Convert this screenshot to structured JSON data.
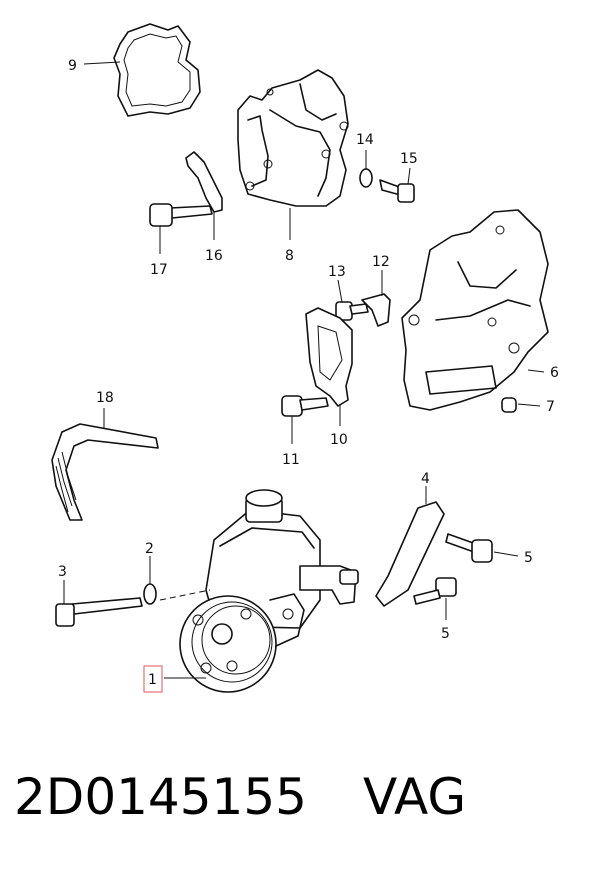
{
  "diagram": {
    "callouts": [
      {
        "id": "1",
        "label": "1",
        "highlighted": true
      },
      {
        "id": "2",
        "label": "2"
      },
      {
        "id": "3",
        "label": "3"
      },
      {
        "id": "4",
        "label": "4"
      },
      {
        "id": "5a",
        "label": "5"
      },
      {
        "id": "5b",
        "label": "5"
      },
      {
        "id": "6",
        "label": "6"
      },
      {
        "id": "7",
        "label": "7"
      },
      {
        "id": "8",
        "label": "8"
      },
      {
        "id": "9",
        "label": "9"
      },
      {
        "id": "10",
        "label": "10"
      },
      {
        "id": "11",
        "label": "11"
      },
      {
        "id": "12",
        "label": "12"
      },
      {
        "id": "13",
        "label": "13"
      },
      {
        "id": "14",
        "label": "14"
      },
      {
        "id": "15",
        "label": "15"
      },
      {
        "id": "16",
        "label": "16"
      },
      {
        "id": "17",
        "label": "17"
      },
      {
        "id": "18",
        "label": "18"
      }
    ],
    "highlight_color": "#e0707a"
  },
  "footer": {
    "part_number": "2D0145155",
    "brand": "VAG"
  }
}
